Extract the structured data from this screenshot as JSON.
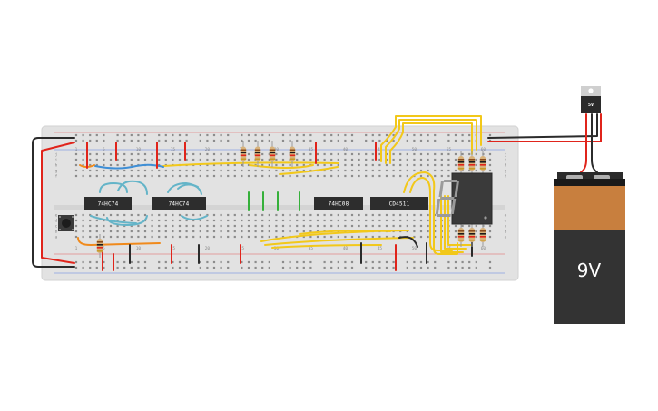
{
  "breadboard": {
    "column_numbers": [
      "1",
      "5",
      "10",
      "15",
      "20",
      "25",
      "30",
      "35",
      "40",
      "45",
      "50",
      "55",
      "60"
    ],
    "row_letters_top": [
      "j",
      "i",
      "h",
      "g",
      "f"
    ],
    "row_letters_bottom": [
      "e",
      "d",
      "c",
      "b",
      "a"
    ]
  },
  "chips": [
    {
      "label": "74HC74"
    },
    {
      "label": "74HC74"
    },
    {
      "label": "74HC08"
    },
    {
      "label": "CD4511"
    }
  ],
  "regulator": {
    "label": "5V"
  },
  "battery": {
    "label": "9V"
  },
  "display": {
    "digit": "8"
  },
  "colors": {
    "wire_red": "#e0241b",
    "wire_black": "#2b2b2b",
    "wire_yellow": "#f2c81a",
    "wire_blue": "#3f8fd6",
    "wire_cyan": "#64b4c8",
    "wire_orange": "#f08a1c",
    "wire_green": "#35b03a",
    "board": "#e2e2e2",
    "battery_top": "#c87f3e",
    "battery_body": "#333333"
  }
}
